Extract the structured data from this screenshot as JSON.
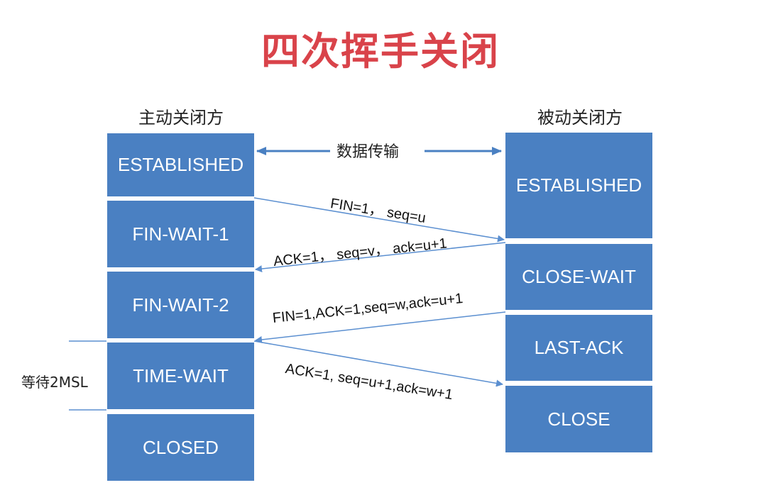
{
  "title": "四次挥手关闭",
  "left_header": "主动关闭方",
  "right_header": "被动关闭方",
  "data_transfer": "数据传输",
  "wait_label": "等待2MSL",
  "left_states": [
    "ESTABLISHED",
    "FIN-WAIT-1",
    "FIN-WAIT-2",
    "TIME-WAIT",
    "CLOSED"
  ],
  "right_states": [
    "ESTABLISHED",
    "CLOSE-WAIT",
    "LAST-ACK",
    "CLOSE"
  ],
  "messages": [
    "FIN=1， seq=u",
    "ACK=1， seq=v， ack=u+1",
    "FIN=1,ACK=1,seq=w,ack=u+1",
    "ACK=1, seq=u+1,ack=w+1"
  ],
  "colors": {
    "title": "#d9434a",
    "state_box": "#4a80c2",
    "arrow": "#5b8fd0"
  }
}
